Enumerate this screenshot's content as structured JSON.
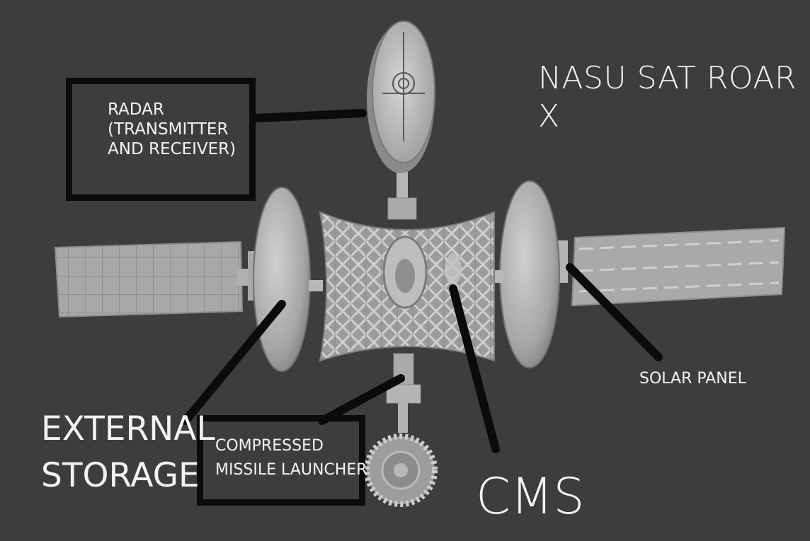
{
  "title": "NASU SAT ROAR X",
  "labels": {
    "radar": "RADAR\n(TRANSMITTER\nAND RECEIVER)",
    "solar_panel": "SOLAR PANEL",
    "external_storage": "EXTERNAL\nSTORAGE",
    "compressed_missile_launcher": "COMPRESSED\nMISSILE LAUNCHER",
    "cms": "CMS"
  },
  "colors": {
    "background": "#3d3d3d",
    "label_text": "#f2f2f2",
    "leader_lines": "#0b0b0b",
    "satellite_body": "#b5b5b5"
  }
}
